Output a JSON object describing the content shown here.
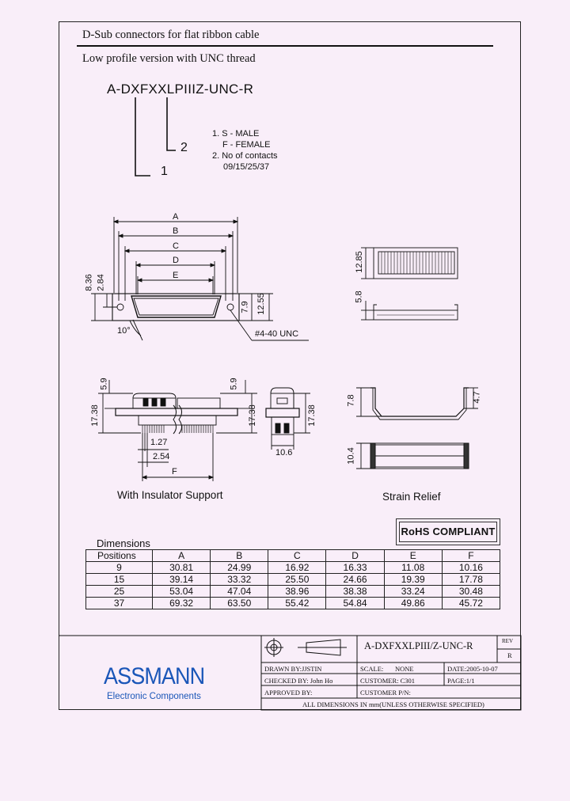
{
  "header": {
    "title": "D-Sub connectors for flat ribbon cable",
    "subtitle": "Low profile version with UNC thread"
  },
  "part_code": {
    "code": "A-DXFXXLPIIIZ-UNC-R",
    "callout_1": "1",
    "callout_2": "2",
    "legend": [
      "1. S - MALE",
      "F - FEMALE",
      "2. No of contacts",
      "09/15/25/37"
    ]
  },
  "front_view": {
    "labels": [
      "A",
      "B",
      "C",
      "D",
      "E"
    ],
    "left_dims": [
      "8.36",
      "2.84"
    ],
    "right_dims": [
      "7.9",
      "12.55"
    ],
    "angle": "10°",
    "thread": "#4-40 UNC"
  },
  "side_view": {
    "dims": [
      "12.85",
      "5.8"
    ]
  },
  "insulator_view": {
    "left_dims": [
      "5.9",
      "17.38"
    ],
    "right_dims": [
      "5.9",
      "17.38"
    ],
    "pitch_1": "1.27",
    "pitch_2": "2.54",
    "f_label": "F",
    "caption": "With Insulator Support"
  },
  "end_view": {
    "dims": [
      "17.38",
      "10.6"
    ]
  },
  "strain_relief": {
    "dims": [
      "7.8",
      "4.7",
      "10.4"
    ],
    "caption": "Strain Relief"
  },
  "rohs_badge": "RoHS COMPLIANT",
  "dimensions_table": {
    "caption": "Dimensions",
    "headers": [
      "Positions",
      "A",
      "B",
      "C",
      "D",
      "E",
      "F"
    ],
    "rows": [
      [
        "9",
        "30.81",
        "24.99",
        "16.92",
        "16.33",
        "11.08",
        "10.16"
      ],
      [
        "15",
        "39.14",
        "33.32",
        "25.50",
        "24.66",
        "19.39",
        "17.78"
      ],
      [
        "25",
        "53.04",
        "47.04",
        "38.96",
        "38.38",
        "33.24",
        "30.48"
      ],
      [
        "37",
        "69.32",
        "63.50",
        "55.42",
        "54.84",
        "49.86",
        "45.72"
      ]
    ]
  },
  "title_block": {
    "part_number": "A-DXFXXLPIII/Z-UNC-R",
    "rev_label": "REV",
    "rev_value": "R",
    "drawn_by": "DRAWN BY:JJSTIN",
    "scale": "SCALE:",
    "scale_value": "NONE",
    "date": "DATE:2005-10-07",
    "checked_by": "CHECKED BY: John Ho",
    "customer": "CUSTOMER: C301",
    "page": "PAGE:1/1",
    "approved_by": "APPROVED BY:",
    "customer_pn": "CUSTOMER P/N:",
    "note": "ALL DIMENSIONS IN mm(UNLESS OTHERWISE SPECIFIED)"
  },
  "logo": {
    "name": "ASSMANN",
    "tagline": "Electronic Components",
    "color": "#1a56b8"
  }
}
